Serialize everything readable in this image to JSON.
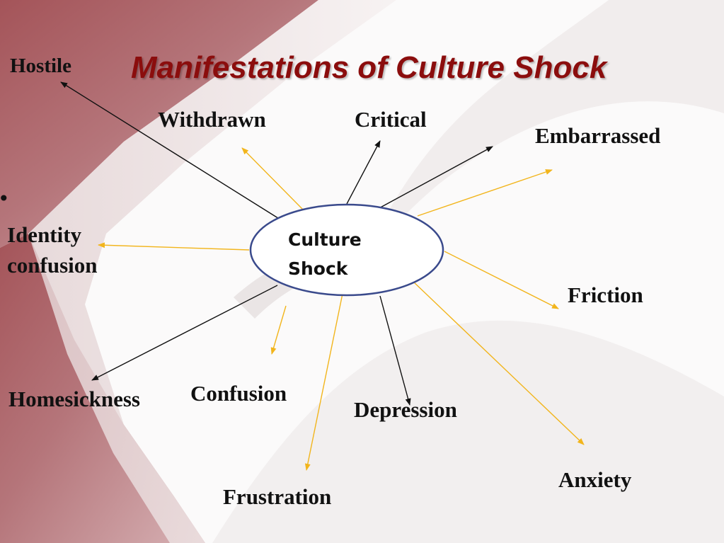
{
  "title": "Manifestations of Culture Shock",
  "center": {
    "line1": "Culture",
    "line2": "Shock"
  },
  "bullet": "•",
  "labels": {
    "hostile": "Hostile",
    "withdrawn": "Withdrawn",
    "critical": "Critical",
    "embarrassed": "Embarrassed",
    "identity_line1": "Identity",
    "identity_line2": "confusion",
    "friction": "Friction",
    "homesickness": "Homesickness",
    "confusion": "Confusion",
    "depression": "Depression",
    "anxiety": "Anxiety",
    "frustration": "Frustration"
  },
  "colors": {
    "title": "#8b0d0d",
    "background_band": "#a8595e",
    "ellipse_stroke": "#3a4a8c",
    "arrow_black": "#111111",
    "arrow_gold": "#f2b51c"
  }
}
